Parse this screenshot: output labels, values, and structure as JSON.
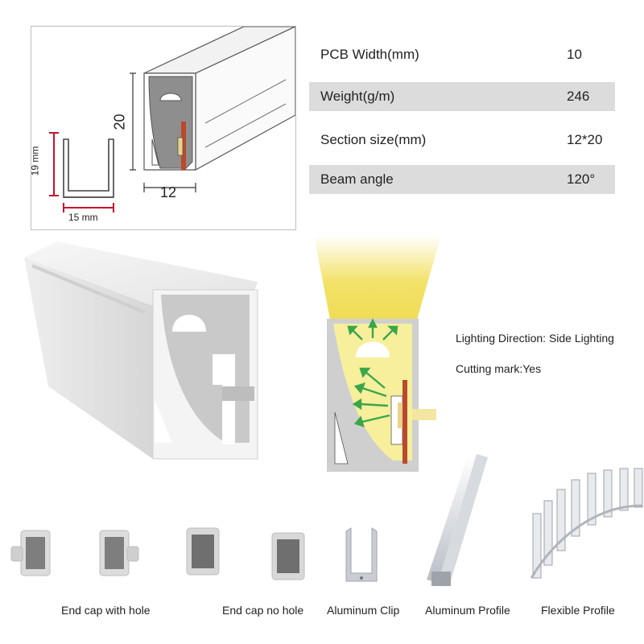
{
  "dimensions": {
    "height": "20",
    "width": "12",
    "clip_height": "19 mm",
    "clip_width": "15 mm"
  },
  "specs": [
    {
      "label": "PCB Width(mm)",
      "value": "10"
    },
    {
      "label": "Weight(g/m)",
      "value": "246"
    },
    {
      "label": "Section size(mm)",
      "value": "12*20"
    },
    {
      "label": "Beam angle",
      "value": "120°"
    }
  ],
  "lighting": {
    "direction": "Lighting Direction: Side Lighting",
    "cutting_mark": "Cutting mark:Yes"
  },
  "accessories": [
    {
      "label": "End cap with hole"
    },
    {
      "label": "End cap no hole"
    },
    {
      "label": "Aluminum Clip"
    },
    {
      "label": "Aluminum Profile"
    },
    {
      "label": "Flexible Profile"
    }
  ],
  "colors": {
    "dimension_red": "#c8102e",
    "light_yellow": "#f3e26a",
    "arrow_green": "#3aa64a",
    "row_shade": "#dcdcdc"
  }
}
